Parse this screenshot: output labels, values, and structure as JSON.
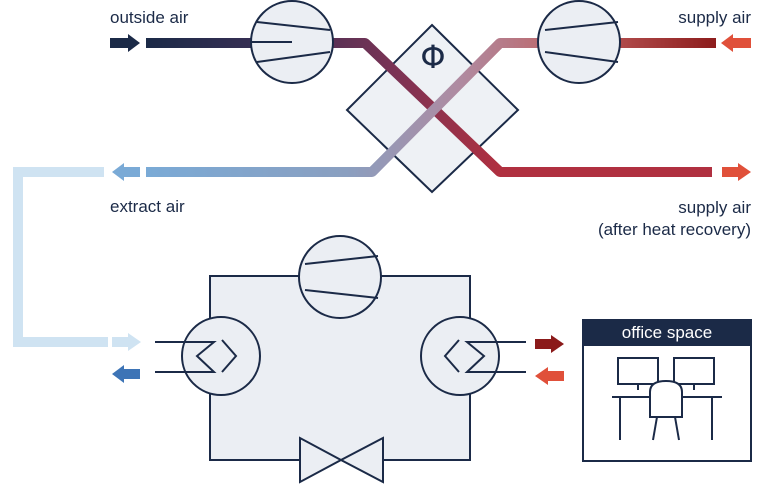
{
  "labels": {
    "outside_air": "outside air",
    "supply_air_top": "supply air",
    "extract_air": "extract air",
    "supply_air_hr_line1": "supply air",
    "supply_air_hr_line2": "(after heat recovery)",
    "heat_exchanger_symbol": "Φ",
    "office_space": "office space"
  },
  "colors": {
    "navy": "#1b2a47",
    "dark_red": "#8b1a1a",
    "red": "#e0503a",
    "blue": "#3d74b6",
    "light_blue": "#cfe3f2",
    "component_fill": "#ebeef3"
  }
}
